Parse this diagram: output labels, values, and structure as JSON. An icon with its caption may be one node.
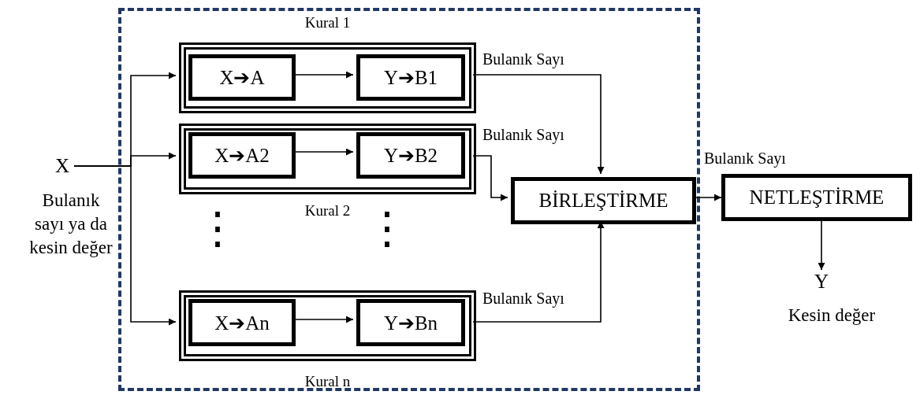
{
  "diagram": {
    "nodes": [
      {
        "text": [],
        "shape": "box"
      },
      {
        "text": [
          "Kural 1"
        ],
        "in": 0
      },
      {
        "text": [
          "X➔A"
        ],
        "in": 1
      },
      {
        "text": [
          "Y➔B1"
        ],
        "in": 1
      },
      {
        "text": [
          "Kural 2"
        ],
        "in": 0
      },
      {
        "text": [
          "X➔A2"
        ],
        "in": 4
      },
      {
        "text": [
          "Y➔B2"
        ],
        "in": 4
      },
      {
        "text": [
          "Kural n"
        ],
        "in": 0
      },
      {
        "text": [
          "X➔An"
        ],
        "in": 7
      },
      {
        "text": [
          "Y➔Bn"
        ],
        "in": 7
      },
      {
        "text": [
          "BİRLEŞTİRME"
        ],
        "in": 0
      },
      {
        "text": [
          "NETLEŞTİRME"
        ]
      },
      {
        "text": [
          "X"
        ],
        "beside": [
          "Bulanık sayı ya da kesin değer"
        ]
      },
      {
        "text": [
          "Y"
        ],
        "beside": [
          "Kesin değer"
        ]
      }
    ],
    "edges": [
      {
        "from": 12,
        "to": 1,
        "arrow": "to"
      },
      {
        "from": 12,
        "to": 4,
        "arrow": "to"
      },
      {
        "from": 12,
        "to": 7,
        "arrow": "to"
      },
      {
        "from": 2,
        "to": 3,
        "arrow": "to"
      },
      {
        "from": 5,
        "to": 6,
        "arrow": "to"
      },
      {
        "from": 8,
        "to": 9,
        "arrow": "to"
      },
      {
        "from": 1,
        "to": 10,
        "arrow": "to",
        "label": "Bulanık Sayı"
      },
      {
        "from": 4,
        "to": 10,
        "arrow": "to",
        "label": "Bulanık Sayı"
      },
      {
        "from": 7,
        "to": 10,
        "arrow": "to",
        "label": "Bulanık Sayı"
      },
      {
        "from": 10,
        "to": 11,
        "arrow": "to",
        "label": "Bulanık Sayı"
      },
      {
        "from": 11,
        "to": 13,
        "arrow": "to"
      }
    ],
    "labels": [
      "⋮",
      "⋮"
    ]
  }
}
